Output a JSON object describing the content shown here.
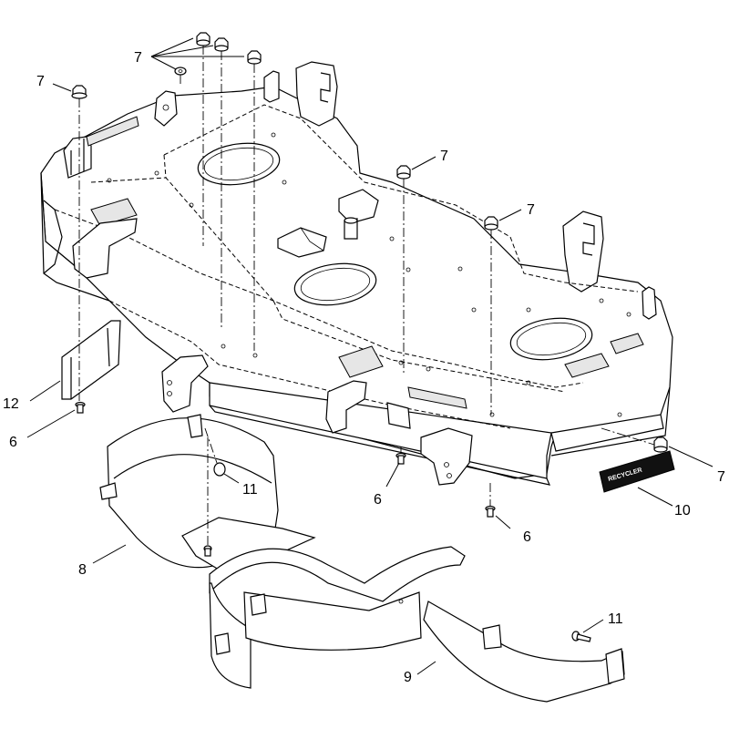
{
  "callouts": {
    "c7_top": "7",
    "c7_left": "7",
    "c7_mid": "7",
    "c7_right_top": "7",
    "c7_right": "7",
    "c12": "12",
    "c6_left": "6",
    "c11_left": "11",
    "c6_mid": "6",
    "c6_right": "6",
    "c10": "10",
    "c8": "8",
    "c11_right": "11",
    "c9": "9"
  },
  "decal": {
    "brand": "RECYCLER"
  }
}
